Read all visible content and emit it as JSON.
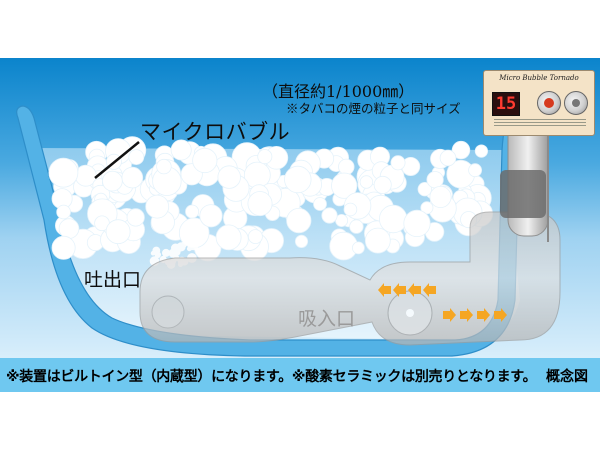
{
  "labels": {
    "microbubble": "マイクロバブル",
    "outlet": "吐出口",
    "inlet": "吸入口",
    "diameter": "（直径約1/1000㎜）",
    "tobacco_note": "※タバコの煙の粒子と同サイズ"
  },
  "panel": {
    "title": "Micro Bubble Tornado",
    "display_value": "15",
    "buttons": [
      "power-button",
      "mode-button"
    ]
  },
  "footer": {
    "note": "※装置はビルトイン型（内蔵型）になります。※酸素セラミックは別売りとなります。",
    "tag": "概念図"
  },
  "colors": {
    "sky_top": "#0a86cf",
    "sky_mid": "#63b8e6",
    "water_light": "#cfe9f8",
    "tub_rim": "#4aaee3",
    "footer_bar": "#6fc8f0",
    "arrow": "#f5a623",
    "display_digits": "#ff3b30"
  }
}
